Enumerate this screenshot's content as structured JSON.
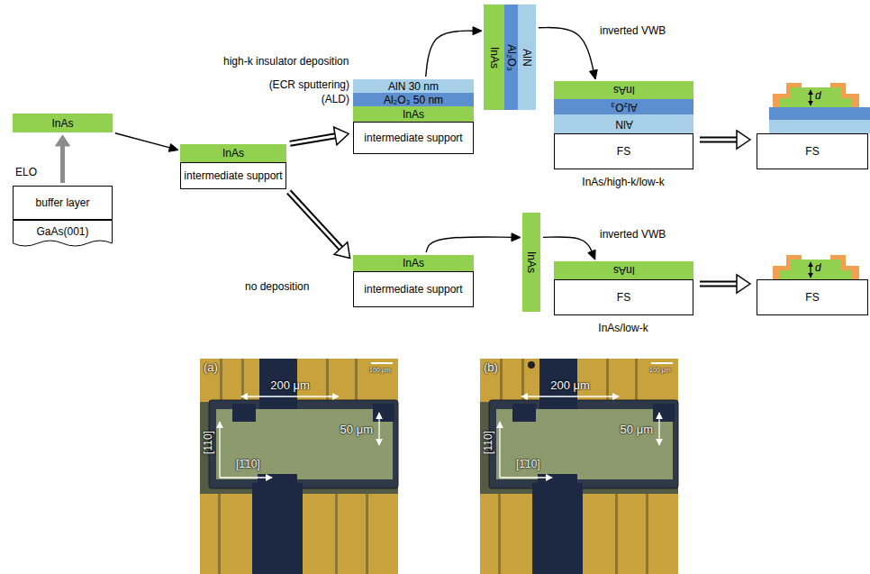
{
  "diagram": {
    "nodes": [
      {
        "text": [
          "InAs"
        ]
      },
      {
        "text": [
          "buffer layer"
        ]
      },
      {
        "text": [
          "GaAs(001)"
        ]
      },
      {
        "text": [
          "InAs"
        ]
      },
      {
        "text": [
          "intermediate support"
        ]
      },
      {
        "text": [
          "AlN 30 nm"
        ]
      },
      {
        "text": [
          "Al₂O₃ 50 nm"
        ]
      },
      {
        "text": [
          "InAs"
        ]
      },
      {
        "text": [
          "intermediate support"
        ]
      },
      {
        "text": [
          "InAs"
        ]
      },
      {
        "text": [
          "intermediate support"
        ]
      },
      {
        "text": [
          "InAs"
        ]
      },
      {
        "text": [
          "Al₂O₃"
        ]
      },
      {
        "text": [
          "AlN"
        ]
      },
      {
        "text": [
          "InAs"
        ]
      },
      {
        "text": [
          "InAs"
        ]
      },
      {
        "text": [
          "Al₂O₃"
        ]
      },
      {
        "text": [
          "AlN"
        ]
      },
      {
        "text": [
          "FS"
        ]
      },
      {
        "text": [
          "InAs"
        ]
      },
      {
        "text": [
          "FS"
        ]
      },
      {
        "text": [
          "FS"
        ]
      },
      {
        "text": [
          "FS"
        ]
      }
    ],
    "edges": [
      {
        "from": 1,
        "to": 0,
        "arrow": "to",
        "label": "ELO"
      },
      {
        "from": 0,
        "to": 3,
        "arrow": "to"
      },
      {
        "from": 3,
        "to": 8,
        "arrow": "to"
      },
      {
        "from": 4,
        "to": 9,
        "arrow": "to"
      },
      {
        "from": 5,
        "to": 11,
        "arrow": "to"
      },
      {
        "from": 13,
        "to": 15,
        "arrow": "to",
        "label": "inverted VWB"
      },
      {
        "from": 18,
        "to": 21,
        "arrow": "to"
      },
      {
        "from": 9,
        "to": 14,
        "arrow": "to"
      },
      {
        "from": 14,
        "to": 19,
        "arrow": "to",
        "label": "inverted VWB"
      },
      {
        "from": 20,
        "to": 22,
        "arrow": "to"
      }
    ],
    "labels": [
      "high-k insulator deposition",
      "(ECR sputtering)",
      "(ALD)",
      "InAs/high-k/low-k",
      "d",
      "no deposition",
      "InAs/low-k",
      "d",
      "(a)",
      "100 μm",
      "200 μm",
      "50 μm",
      "[110]",
      "[1̄10]",
      "(b)",
      "100 μm",
      "200 μm",
      "50 μm",
      "[110]",
      "[1̄10]"
    ]
  }
}
